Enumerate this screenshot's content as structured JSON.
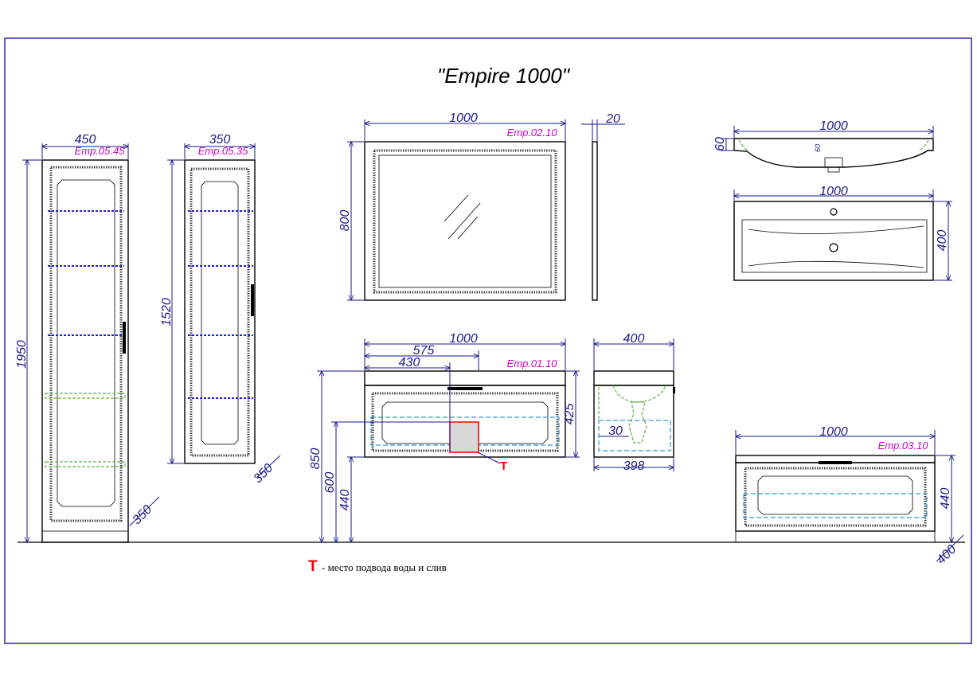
{
  "title": "\"Empire 1000\"",
  "legend": {
    "marker": "T",
    "text": "- место подвода воды и слив"
  },
  "tall_cabinet": {
    "code": "Emp.05.45",
    "width": "450",
    "height": "1950",
    "depth": "350"
  },
  "mid_cabinet": {
    "code": "Emp.05.35",
    "width": "350",
    "height": "1520",
    "depth": "350"
  },
  "mirror": {
    "code": "Emp.02.10",
    "width": "1000",
    "height": "800",
    "thickness": "20"
  },
  "basin_side": {
    "width": "1000",
    "height": "60",
    "inner": "60"
  },
  "basin_top": {
    "width": "1000",
    "depth": "400"
  },
  "vanity": {
    "code": "Emp.01.10",
    "width": "1000",
    "offset_575": "575",
    "offset_430": "430",
    "height_425": "425",
    "h850": "850",
    "h600": "600",
    "h440": "440",
    "marker": "T"
  },
  "vanity_side": {
    "width": "400",
    "inner": "398",
    "gap": "30"
  },
  "low_unit": {
    "code": "Emp.03.10",
    "width": "1000",
    "height": "440",
    "depth": "400"
  }
}
